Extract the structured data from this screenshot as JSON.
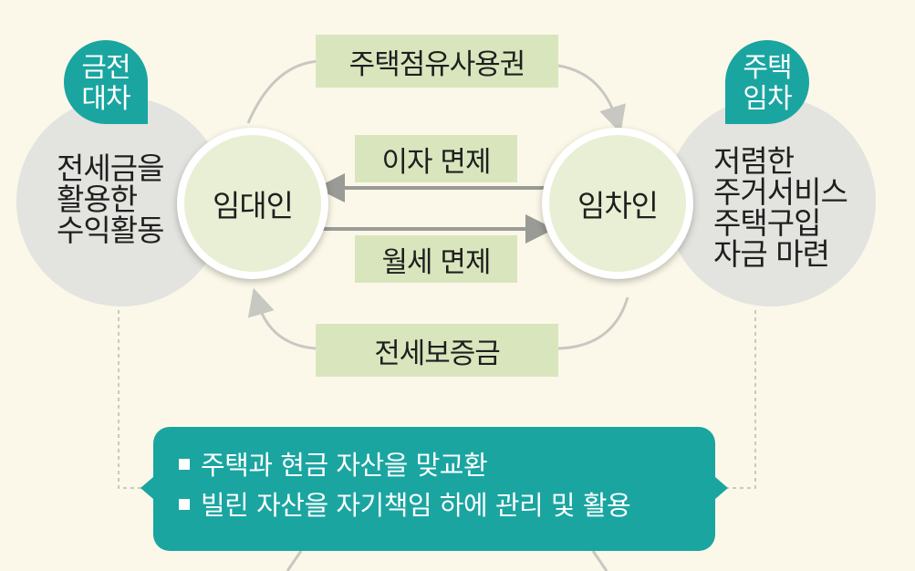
{
  "left_group": {
    "tag": "금전\n대차",
    "description": [
      "전세금을",
      "활용한",
      "수익활동"
    ]
  },
  "right_group": {
    "tag": "주택\n임차",
    "description": [
      "저렴한",
      "주거서비스",
      "주택구입",
      "자금 마련"
    ]
  },
  "parties": {
    "lessor": "임대인",
    "lessee": "임차인"
  },
  "flows": {
    "top": "주택점유사용권",
    "interest": "이자 면제",
    "rent": "월세 면제",
    "bottom": "전세보증금"
  },
  "summary": {
    "items": [
      "주택과 현금 자산을 맞교환",
      "빌린 자산을 자기책임 하에 관리 및 활용"
    ]
  },
  "colors": {
    "teal": "#1aa5a0",
    "label_green": "#d9e6bd",
    "party_fill": "#e8efd4",
    "side_grey": "#e3e3df",
    "background": "#fbf8e9"
  }
}
